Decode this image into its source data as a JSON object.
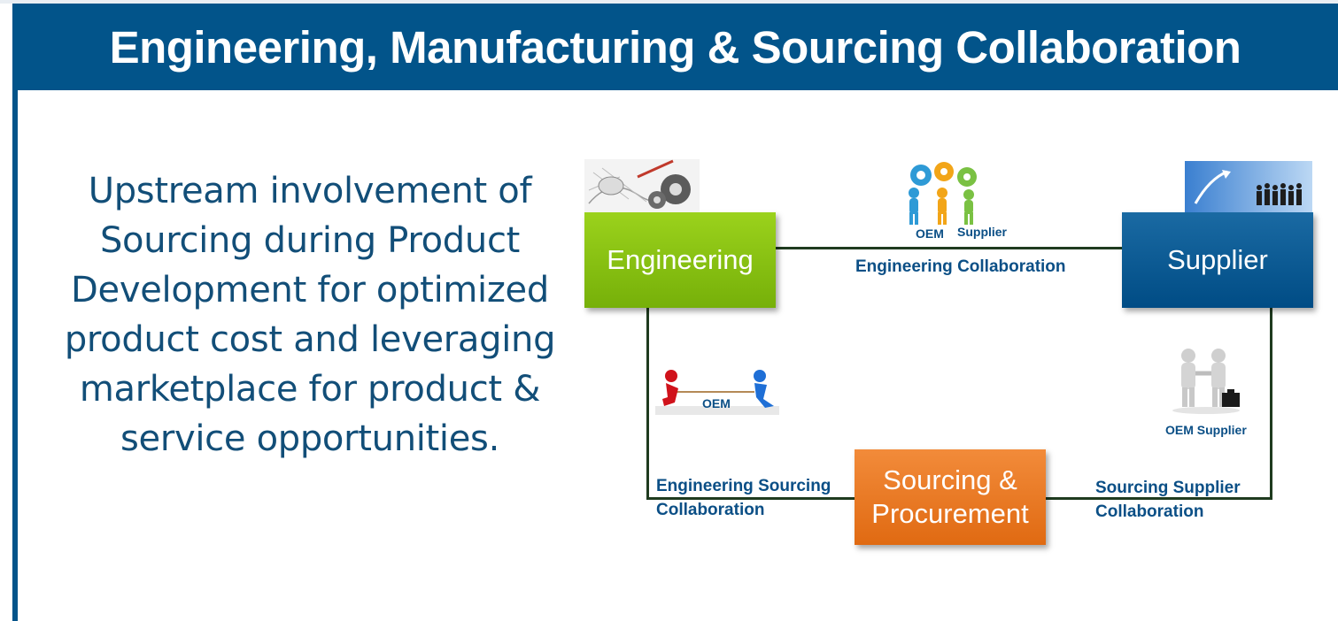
{
  "slide": {
    "title": "Engineering, Manufacturing & Sourcing Collaboration",
    "body_text": "Upstream involvement of Sourcing during Product Development for optimized product cost and leveraging marketplace for product & service opportunities."
  },
  "diagram": {
    "engineering_box": "Engineering",
    "supplier_box": "Supplier",
    "sourcing_box_line1": "Sourcing &",
    "sourcing_box_line2": "Procurement",
    "top_edge_label": "Engineering Collaboration",
    "top_icon_oem": "OEM",
    "top_icon_supplier": "Supplier",
    "left_icon_oem": "OEM",
    "right_icon_oem_supplier": "OEM Supplier",
    "left_edge_label_line1": "Engineering Sourcing",
    "left_edge_label_line2": "Collaboration",
    "right_edge_label_line1": "Sourcing Supplier",
    "right_edge_label_line2": "Collaboration"
  },
  "colors": {
    "title_bar": "#02548a",
    "engineering": "#84c011",
    "supplier": "#0a5a93",
    "sourcing": "#ea7a24",
    "label_text": "#0b4f86",
    "body_text": "#124e78"
  },
  "icons": [
    "drafting-sketch-icon",
    "gear-people-icon",
    "business-team-icon",
    "tug-of-war-icon",
    "handshake-icon"
  ]
}
